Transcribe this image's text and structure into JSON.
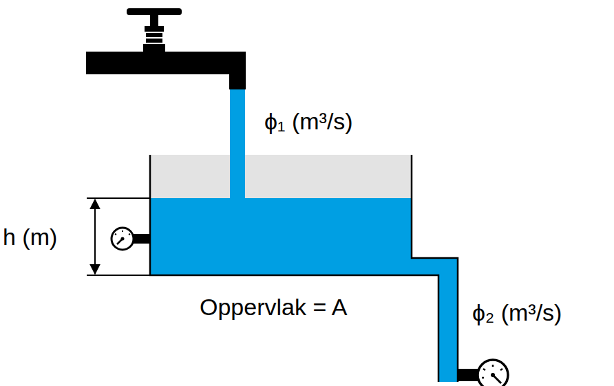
{
  "diagram": {
    "labels": [
      "ϕ₁ (m³/s)",
      "h (m)",
      "Oppervlak = A",
      "ϕ₂ (m³/s)"
    ]
  }
}
